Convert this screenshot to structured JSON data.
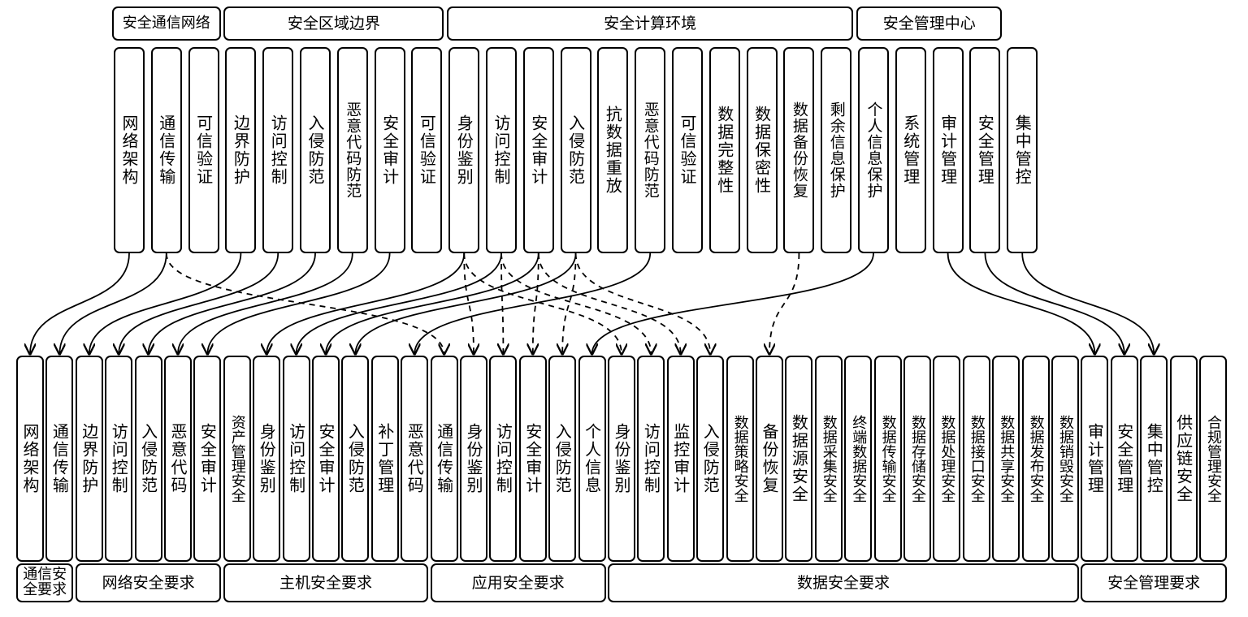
{
  "top_groups": [
    {
      "label": "安全通信网络",
      "start": 0,
      "end": 2
    },
    {
      "label": "安全区域边界",
      "start": 3,
      "end": 8
    },
    {
      "label": "安全计算环境",
      "start": 9,
      "end": 19
    },
    {
      "label": "安全管理中心",
      "start": 20,
      "end": 23
    }
  ],
  "top_boxes": [
    "网络架构",
    "通信传输",
    "可信验证",
    "边界防护",
    "访问控制",
    "入侵防范",
    "恶意代码防范",
    "安全审计",
    "可信验证",
    "身份鉴别",
    "访问控制",
    "安全审计",
    "入侵防范",
    "抗数据重放",
    "恶意代码防范",
    "可信验证",
    "数据完整性",
    "数据保密性",
    "数据备份恢复",
    "剩余信息保护",
    "个人信息保护",
    "系统管理",
    "审计管理",
    "安全管理",
    "集中管控"
  ],
  "bottom_boxes": [
    "网络架构",
    "通信传输",
    "边界防护",
    "访问控制",
    "入侵防范",
    "恶意代码",
    "安全审计",
    "资产管理安全",
    "身份鉴别",
    "访问控制",
    "安全审计",
    "入侵防范",
    "补丁管理",
    "恶意代码",
    "通信传输",
    "身份鉴别",
    "访问控制",
    "安全审计",
    "入侵防范",
    "个人信息",
    "身份鉴别",
    "访问控制",
    "监控审计",
    "入侵防范",
    "数据策略安全",
    "备份恢复",
    "数据源安全",
    "数据采集安全",
    "终端数据安全",
    "数据传输安全",
    "数据存储安全",
    "数据处理安全",
    "数据接口安全",
    "数据共享安全",
    "数据发布安全",
    "数据销毁安全",
    "审计管理",
    "安全管理",
    "集中管控",
    "供应链安全",
    "合规管理安全"
  ],
  "bottom_groups": [
    {
      "label": "通信安全要求",
      "start": 0,
      "end": 1
    },
    {
      "label": "网络安全要求",
      "start": 2,
      "end": 6
    },
    {
      "label": "主机安全要求",
      "start": 7,
      "end": 13
    },
    {
      "label": "应用安全要求",
      "start": 14,
      "end": 19
    },
    {
      "label": "数据安全要求",
      "start": 20,
      "end": 35
    },
    {
      "label": "安全管理要求",
      "start": 36,
      "end": 40
    }
  ],
  "links": [
    {
      "from": 0,
      "to": 0,
      "style": "solid"
    },
    {
      "from": 1,
      "to": 1,
      "style": "solid"
    },
    {
      "from": 1,
      "to": 14,
      "style": "dashed"
    },
    {
      "from": 3,
      "to": 2,
      "style": "solid"
    },
    {
      "from": 4,
      "to": 3,
      "style": "solid"
    },
    {
      "from": 5,
      "to": 4,
      "style": "solid"
    },
    {
      "from": 6,
      "to": 5,
      "style": "solid"
    },
    {
      "from": 7,
      "to": 6,
      "style": "solid"
    },
    {
      "from": 9,
      "to": 8,
      "style": "solid"
    },
    {
      "from": 9,
      "to": 15,
      "style": "dashed"
    },
    {
      "from": 9,
      "to": 20,
      "style": "dashed"
    },
    {
      "from": 10,
      "to": 9,
      "style": "solid"
    },
    {
      "from": 10,
      "to": 16,
      "style": "dashed"
    },
    {
      "from": 10,
      "to": 21,
      "style": "dashed"
    },
    {
      "from": 11,
      "to": 10,
      "style": "solid"
    },
    {
      "from": 11,
      "to": 17,
      "style": "dashed"
    },
    {
      "from": 11,
      "to": 22,
      "style": "dashed"
    },
    {
      "from": 12,
      "to": 11,
      "style": "solid"
    },
    {
      "from": 12,
      "to": 18,
      "style": "dashed"
    },
    {
      "from": 12,
      "to": 23,
      "style": "dashed"
    },
    {
      "from": 14,
      "to": 13,
      "style": "solid"
    },
    {
      "from": 18,
      "to": 25,
      "style": "dashed"
    },
    {
      "from": 20,
      "to": 19,
      "style": "solid"
    },
    {
      "from": 22,
      "to": 36,
      "style": "solid"
    },
    {
      "from": 23,
      "to": 37,
      "style": "solid"
    },
    {
      "from": 24,
      "to": 38,
      "style": "solid"
    }
  ]
}
